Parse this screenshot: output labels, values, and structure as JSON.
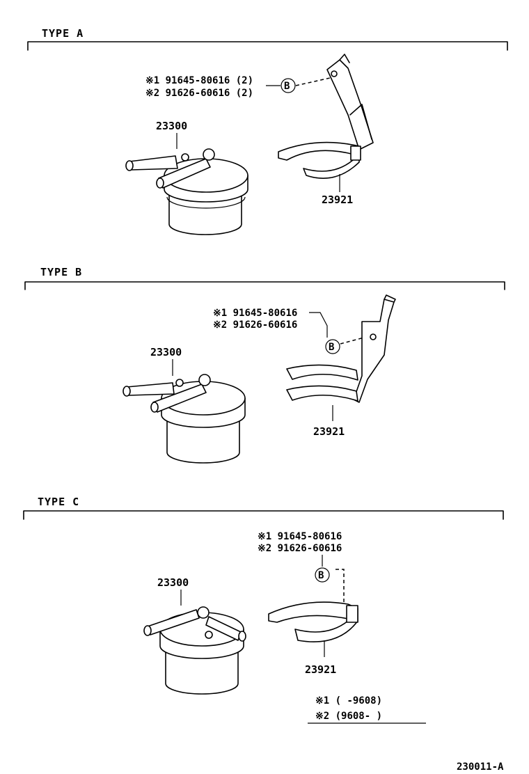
{
  "sections": [
    {
      "title": "TYPE  A",
      "part_filter": "23300",
      "part_bracket": "23921",
      "bolt_callout": "B",
      "note_lines": [
        "※1  91645-80616 (2)",
        "※2  91626-60616 (2)"
      ]
    },
    {
      "title": "TYPE  B",
      "part_filter": "23300",
      "part_bracket": "23921",
      "bolt_callout": "B",
      "note_lines": [
        "※1 91645-80616",
        "※2 91626-60616"
      ]
    },
    {
      "title": "TYPE  C",
      "part_filter": "23300",
      "part_bracket": "23921",
      "bolt_callout": "B",
      "note_lines": [
        "※1  91645-80616",
        "※2  91626-60616"
      ]
    }
  ],
  "legend": {
    "row1": "※1  (     -9608)",
    "row2": "※2  (9608-      )"
  },
  "figure_id": "230011-A"
}
